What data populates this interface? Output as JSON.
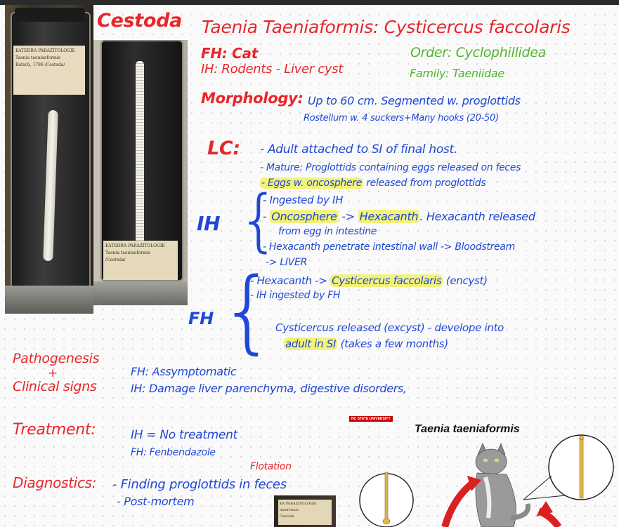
{
  "header": {
    "cestoda": "Cestoda",
    "title": "Taenia Taeniaformis: Cysticercus faccolaris"
  },
  "hosts": {
    "fh": "FH: Cat",
    "ih": "IH: Rodents - Liver cyst",
    "order": "Order: Cyclophillidea",
    "family": "Family: Taeniidae"
  },
  "morphology": {
    "label": "Morphology:",
    "line1": "Up to 60 cm. Segmented w. proglottids",
    "line2": "Rostellum w. 4 suckers+Many hooks (20-50)"
  },
  "lc": {
    "label": "LC:",
    "line1": "- Adult attached to SI of final host.",
    "line2": "- Mature: Proglottids containing eggs released on feces",
    "line3a": "- Eggs w. oncosphere",
    "line3b": " released from proglottids",
    "ih_label": "IH",
    "ih1": "- Ingested by IH",
    "ih2a": "- ",
    "ih2b": "Oncosphere",
    "ih2c": " -> ",
    "ih2d": "Hexacanth",
    "ih2e": ". Hexacanth released",
    "ih3": "from egg in intestine",
    "ih4": "- Hexacanth penetrate intestinal wall -> Bloodstream",
    "ih5": "-> LIVER",
    "fh_label": "FH",
    "fh1a": "- Hexacanth -> ",
    "fh1b": "Cysticercus faccolaris",
    "fh1c": " (encyst)",
    "fh2": "- IH ingested by FH",
    "fh3": "Cysticercus released (excyst) - develope into",
    "fh4a": "adult in SI",
    "fh4b": " (takes a few months)"
  },
  "pathogenesis": {
    "label1": "Pathogenesis",
    "label2": "+",
    "label3": "Clinical signs",
    "fh": "FH: Assymptomatic",
    "ih": "IH: Damage liver parenchyma, digestive disorders,"
  },
  "treatment": {
    "label": "Treatment:",
    "ih": "IH = No treatment",
    "fh": "FH: Fenbendazole"
  },
  "diagnostics": {
    "label": "Diagnostics:",
    "flotation": "Flotation",
    "line1": "- Finding proglottids in feces",
    "line2": "- Post-mortem"
  },
  "figure": {
    "badge": "NC STATE UNIVERSITY",
    "caption": "Taenia taeniaformis"
  },
  "jar_labels": {
    "label1_line1": "KATEDRA PARAZITOLOGIE",
    "label1_line2": "Taenia taeniaeformis",
    "label1_line3": "Batsch, 1786 /Cestoda/",
    "label2_line1": "KATEDRA PARAZITOLOGIE",
    "label2_line2": "Taenia taeniaeformis",
    "label2_line3": "/Cestoda/",
    "label3_line1": "KA PARAZITOLOGIE",
    "label3_line2": "niaeformis",
    "label3_line3": "Cestoda"
  },
  "colors": {
    "red": "#e8262b",
    "blue": "#1f47d8",
    "green": "#52b52f",
    "highlight": "#f3f27a"
  }
}
